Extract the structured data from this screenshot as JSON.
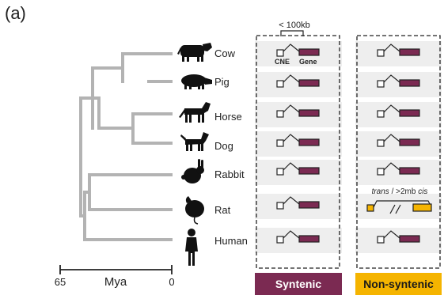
{
  "panel_label": "(a)",
  "axis": {
    "left": "65",
    "unit": "Mya",
    "right": "0"
  },
  "scale_note": "< 100kb",
  "labels": {
    "cne": "CNE",
    "gene": "Gene"
  },
  "species": [
    {
      "name": "Cow",
      "icon": "cow-icon"
    },
    {
      "name": "Pig",
      "icon": "pig-icon"
    },
    {
      "name": "Horse",
      "icon": "horse-icon"
    },
    {
      "name": "Dog",
      "icon": "dog-icon"
    },
    {
      "name": "Rabbit",
      "icon": "rabbit-icon"
    },
    {
      "name": "Rat",
      "icon": "rat-icon"
    },
    {
      "name": "Human",
      "icon": "human-icon"
    }
  ],
  "trans_label": {
    "trans": "trans",
    "sep": " / >2mb ",
    "cis": "cis"
  },
  "legend": {
    "syntenic": "Syntenic",
    "nonsyntenic": "Non-syntenic"
  },
  "colors": {
    "syntenic": "#7b2a52",
    "nonsyntenic": "#f5b400",
    "tree": "#b3b3b3",
    "row_bg": "#eeeeee"
  }
}
